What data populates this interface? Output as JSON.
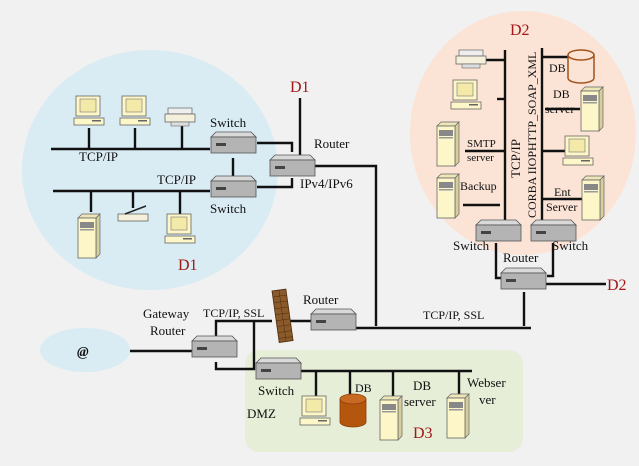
{
  "diagram": {
    "domains": {
      "d1_top": "D1",
      "d1_bottom": "D1",
      "d2_top": "D2",
      "d2_right": "D2",
      "d3": "D3"
    },
    "zone_colors": {
      "d1": "#d9ebf3",
      "d2": "#fbe4d6",
      "dmz": "#e6eed8",
      "internet": "#d9ebf3",
      "domain_label": "#a01818"
    },
    "d1_zone": {
      "top_network_label": "TCP/IP",
      "bottom_network_label": "TCP/IP",
      "switch_top_label": "Switch",
      "switch_bottom_label": "Switch"
    },
    "d1_router": {
      "label": "Router",
      "protocol_label": "IPv4/IPv6"
    },
    "d2_zone": {
      "vertical_label_1": "TCP/IP",
      "vertical_label_2": "CORBA IIOPHTTP_SOAP_XML",
      "smtp_label_1": "SMTP",
      "smtp_label_2": "server",
      "backup_label": "Backup",
      "db_label": "DB",
      "db_server_label_1": "DB",
      "db_server_label_2": "server",
      "ent_label_1": "Ent",
      "ent_label_2": "Server",
      "switch_left_label": "Switch",
      "switch_right_label": "Switch",
      "router_label": "Router"
    },
    "backbone": {
      "label": "TCP/IP, SSL"
    },
    "gateway": {
      "label_1": "Gateway",
      "label_2": "Router",
      "link_label": "TCP/IP, SSL",
      "edge_router_label": "Router"
    },
    "internet": {
      "label": "@"
    },
    "dmz_zone": {
      "title": "DMZ",
      "switch_label": "Switch",
      "db_label": "DB",
      "db_server_label_1": "DB",
      "db_server_label_2": "server",
      "web_server_label_1": "Webser",
      "web_server_label_2": "ver"
    }
  }
}
